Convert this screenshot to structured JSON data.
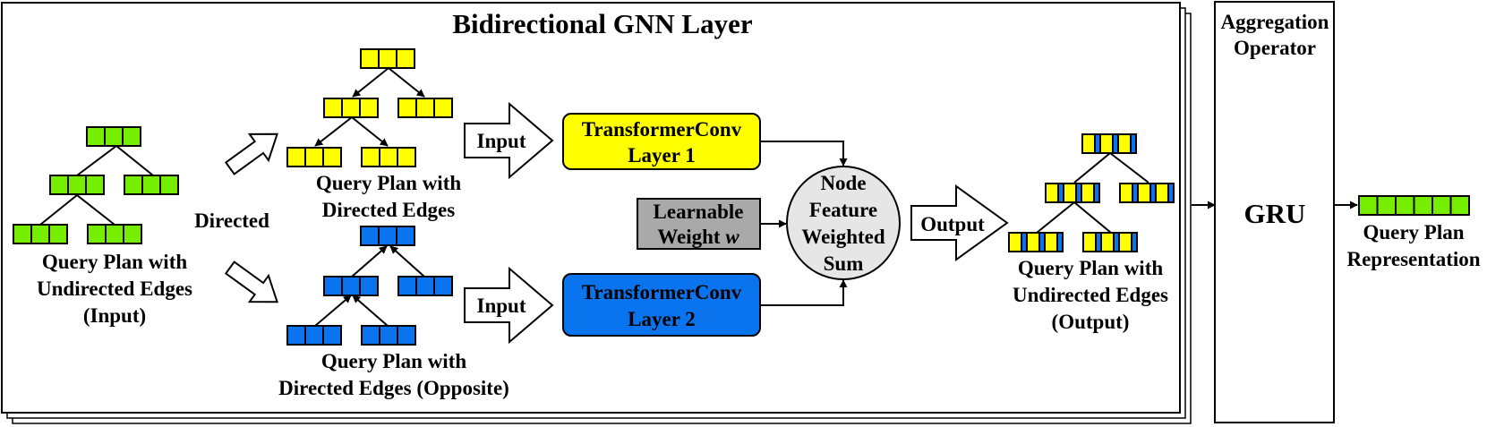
{
  "title": "Bidirectional GNN Layer",
  "colors": {
    "green": "#76ee00",
    "yellow": "#ffff00",
    "blue": "#0a74ee",
    "learnable_gray": "#a9a9a9",
    "sum_circle": "#e6e6e6"
  },
  "labels": {
    "directed": "Directed",
    "input_plan": [
      "Query Plan with",
      "Undirected Edges",
      "(Input)"
    ],
    "directed_plan": [
      "Query Plan with",
      "Directed Edges"
    ],
    "opposite_plan": [
      "Query Plan with",
      "Directed Edges (Opposite)"
    ],
    "input_arrow_1": "Input",
    "input_arrow_2": "Input",
    "layer1": [
      "TransformerConv",
      "Layer 1"
    ],
    "layer2": [
      "TransformerConv",
      "Layer 2"
    ],
    "learnable_weight": "Learnable",
    "learnable_weight_word": "Weight",
    "learnable_weight_var": "w",
    "weighted_sum": [
      "Node",
      "Feature",
      "Weighted",
      "Sum"
    ],
    "output_arrow": "Output",
    "output_plan": [
      "Query Plan with",
      "Undirected Edges",
      "(Output)"
    ],
    "aggregation": [
      "Aggregation",
      "Operator"
    ],
    "gru": "GRU",
    "representation": [
      "Query Plan",
      "Representation"
    ]
  }
}
